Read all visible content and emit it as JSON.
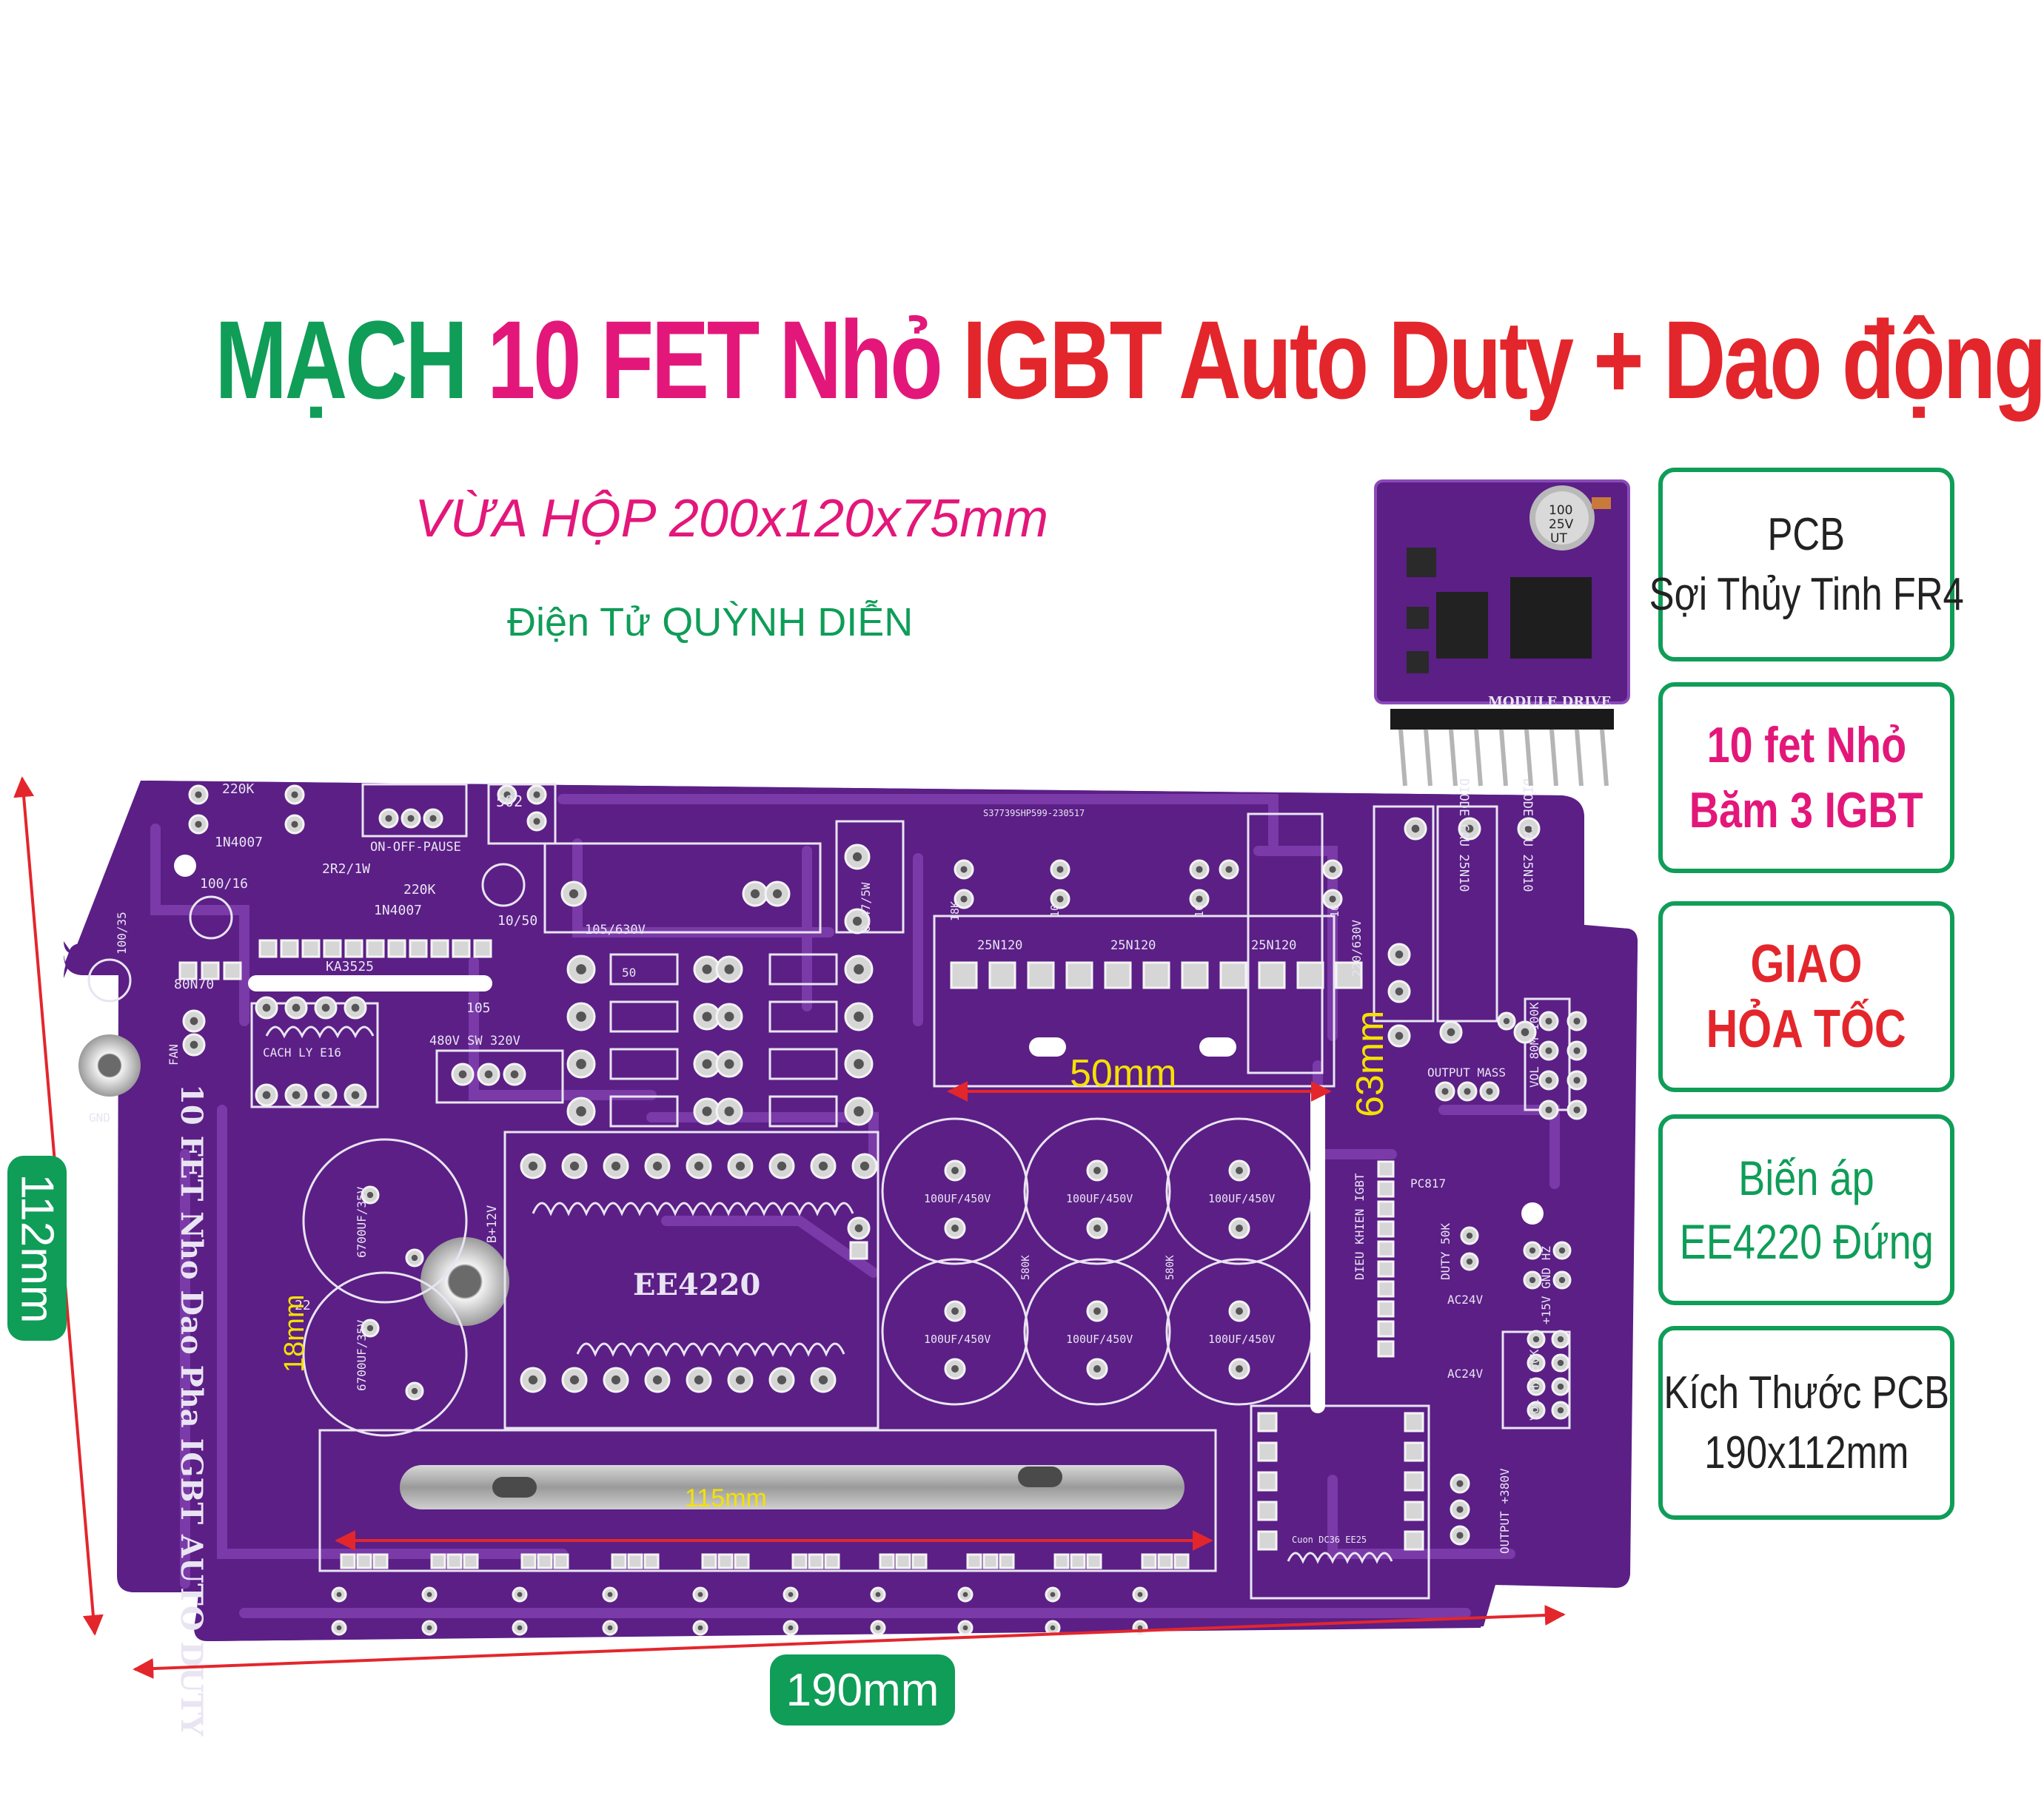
{
  "title": {
    "parts": [
      {
        "text": "MẠCH",
        "color": "#0f9d58"
      },
      {
        "text": "10 FET Nhỏ",
        "color": "#e3177a"
      },
      {
        "text": "IGBT Auto Duty + Dao động",
        "color": "#e3262c"
      }
    ]
  },
  "subtitle": {
    "text": "VỪA HỘP 200x120x75mm",
    "color": "#e3177a"
  },
  "brand": {
    "text": "Điện Tử QUỲNH DIỄN",
    "color": "#0f9d58"
  },
  "features": [
    {
      "lines": [
        "PCB",
        "Sợi Thủy Tinh FR4"
      ],
      "color": "#222222"
    },
    {
      "lines": [
        "10 fet Nhỏ",
        "Băm 3 IGBT"
      ],
      "color": "#e3177a"
    },
    {
      "lines": [
        "GIAO",
        "HỎA TỐC"
      ],
      "color": "#e3262c"
    },
    {
      "lines": [
        "Biến áp",
        "EE4220 Đứng"
      ],
      "color": "#0f9d58"
    },
    {
      "lines": [
        "Kích Thước PCB",
        "190x112mm"
      ],
      "color": "#222222"
    }
  ],
  "dimensions": {
    "width": "190mm",
    "height": "112mm",
    "heatsink_top": "50mm",
    "heatsink_top_height": "63mm",
    "heatsink_bottom": "115mm",
    "heatsink_bottom_height": "18mm",
    "dim_line_color": "#e3262c",
    "label_color": "#0f9d58",
    "measure_color": "#f5e100"
  },
  "pcb": {
    "color": "#5b1f86",
    "trace_color": "#7a3aa8",
    "silk_color": "#e9e4f2",
    "side_text": "10 FET Nho Dao Pha IGBT AUTO DUTY",
    "transformer": "EE4220",
    "labels": {
      "r220k": "220K",
      "d1n4007": "1N4007",
      "onoff": "ON-OFF-PAUSE",
      "c502": "502",
      "r2r2": "2R2/1W",
      "r220k2": "220K",
      "d1n4007b": "1N4007",
      "c100_16": "100/16",
      "c10_50": "10/50",
      "ka3525": "KA3525",
      "c100_35": "100/35",
      "fan": "FAN",
      "gnd": "GND",
      "q80n70": "80N70",
      "cachly": "CACH LY E16",
      "c105": "105",
      "sw": "480V SW 320V",
      "c105_630": "105/630V",
      "r047": "0.47/5W",
      "r5w": "5W",
      "igbt": "25N120",
      "r10k": "10K",
      "r10": "10",
      "cap220": "220/630V",
      "diode": "DIODE CAU 25N10",
      "output_mass": "OUTPUT MASS",
      "vol": "VOL 80M 100K",
      "pc817": "PC817",
      "cap100": "100UF/450V",
      "cap6700": "6700UF/35V",
      "r22": "22",
      "r580k": "580K",
      "b12": "B+12V",
      "dieu": "DIEU KHIEN IGBT",
      "duty": "DUTY 50K",
      "ac24": "AC24V",
      "hz": "+15V GND HZ",
      "vol50": "VOL HZ 50K",
      "output380": "OUTPUT +380V",
      "mod": "Cuon DC36 EE25",
      "r4k7": "4K7",
      "serial": "S37739SHP599-230517",
      "r18k": "18K"
    }
  },
  "module": {
    "label": "MODULE DRIVE",
    "cap": [
      "100",
      "25V",
      "UT"
    ],
    "pins": 9,
    "color": "#5b1f86"
  }
}
